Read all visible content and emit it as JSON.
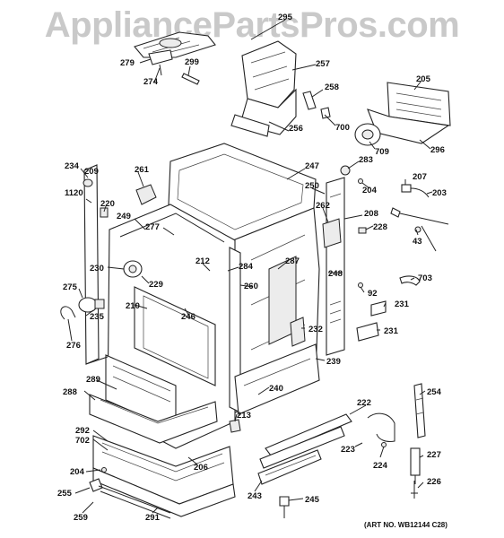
{
  "watermark": "AppliancePartsPros.com",
  "art_number": "(ART NO. WB12144 C28)",
  "callouts": {
    "c295": "295",
    "c279": "279",
    "c274": "274",
    "c299": "299",
    "c257": "257",
    "c258": "258",
    "c700": "700",
    "c205": "205",
    "c256": "256",
    "c709": "709",
    "c296": "296",
    "c234": "234",
    "c209": "209",
    "c261": "261",
    "c247": "247",
    "c283": "283",
    "c1120": "1120",
    "c250": "250",
    "c204a": "204",
    "c207": "207",
    "c203": "203",
    "c220": "220",
    "c249": "249",
    "c277": "277",
    "c262": "262",
    "c208": "208",
    "c228": "228",
    "c43": "43",
    "c212": "212",
    "c284": "284",
    "c287": "287",
    "c230": "230",
    "c229": "229",
    "c248": "248",
    "c703": "703",
    "c275": "275",
    "c260": "260",
    "c92": "92",
    "c210": "210",
    "c246": "246",
    "c231a": "231",
    "c235": "235",
    "c232": "232",
    "c231b": "231",
    "c276": "276",
    "c239": "239",
    "c289": "289",
    "c240": "240",
    "c254": "254",
    "c288": "288",
    "c222": "222",
    "c213": "213",
    "c292": "292",
    "c702": "702",
    "c223": "223",
    "c227": "227",
    "c204b": "204",
    "c206": "206",
    "c224": "224",
    "c226": "226",
    "c255": "255",
    "c243": "243",
    "c245": "245",
    "c259": "259",
    "c291": "291"
  }
}
